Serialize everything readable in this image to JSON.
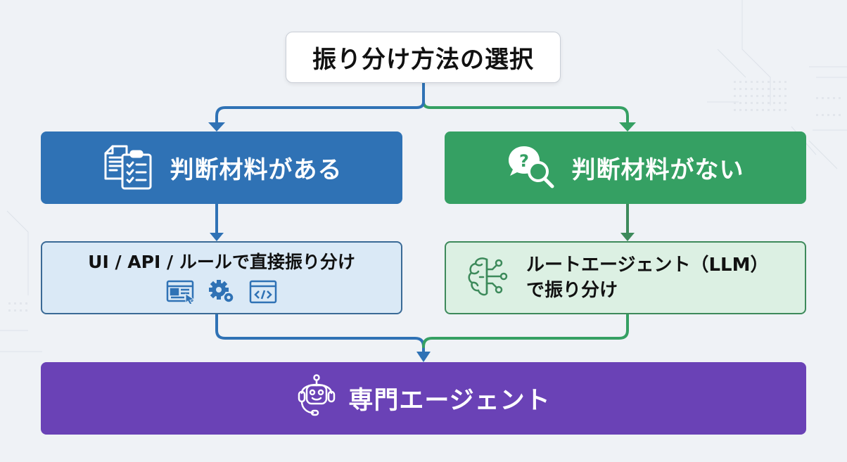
{
  "colors": {
    "background": "#eff2f6",
    "blue": "#2f72b5",
    "green": "#35a063",
    "purple": "#6a42b6",
    "light_blue": "#dae9f6",
    "light_green": "#dcf0e3"
  },
  "diagram": {
    "root": {
      "label": "振り分け方法の選択"
    },
    "branches": [
      {
        "label": "判断材料がある",
        "icon": "documents-checklist-icon",
        "method": {
          "label": "UI / API / ルールで直接振り分け",
          "icons": [
            "ui-window-cursor-icon",
            "gears-icon",
            "code-window-icon"
          ]
        }
      },
      {
        "label": "判断材料がない",
        "icon": "question-search-icon",
        "method": {
          "label_line1": "ルートエージェント（LLM）",
          "label_line2": "で振り分け",
          "icon": "brain-circuit-icon"
        }
      }
    ],
    "target": {
      "label": "専門エージェント",
      "icon": "robot-headset-icon"
    }
  }
}
